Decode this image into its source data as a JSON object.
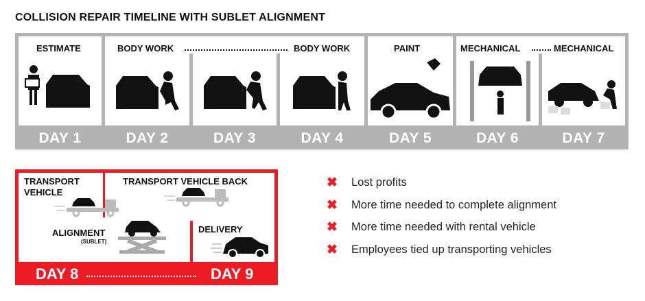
{
  "title": "COLLISION REPAIR TIMELINE WITH SUBLET ALIGNMENT",
  "timeline": {
    "stages": [
      "ESTIMATE",
      "BODY WORK",
      "BODY WORK",
      "PAINT",
      "MECHANICAL",
      "MECHANICAL"
    ],
    "days": [
      "DAY 1",
      "DAY 2",
      "DAY 3",
      "DAY 4",
      "DAY 5",
      "DAY 6",
      "DAY 7"
    ]
  },
  "sublet": {
    "transport_vehicle": "TRANSPORT VEHICLE",
    "transport_back": "TRANSPORT VEHICLE BACK",
    "alignment": "ALIGNMENT",
    "alignment_note": "(SUBLET)",
    "delivery": "DELIVERY",
    "day_start": "DAY 8",
    "day_end": "DAY 9"
  },
  "drawbacks": {
    "icon": "x-icon",
    "color": "#ed1c24",
    "items": [
      "Lost profits",
      "More time needed to complete alignment",
      "More time needed with rental vehicle",
      "Employees tied up transporting vehicles"
    ]
  }
}
